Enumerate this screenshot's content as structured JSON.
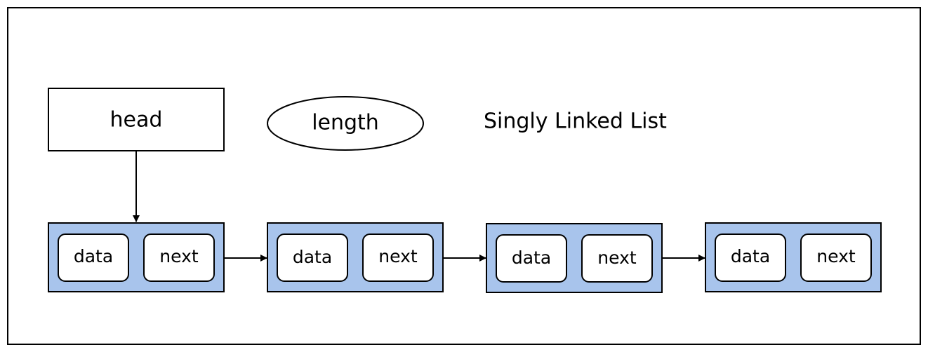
{
  "diagram": {
    "head_label": "head",
    "length_label": "length",
    "title": "Singly Linked List",
    "nodes": [
      {
        "data_label": "data",
        "next_label": "next"
      },
      {
        "data_label": "data",
        "next_label": "next"
      },
      {
        "data_label": "data",
        "next_label": "next"
      },
      {
        "data_label": "data",
        "next_label": "next"
      }
    ]
  },
  "colors": {
    "node_fill": "#a8c4ec",
    "border": "#000000",
    "background": "#ffffff"
  }
}
